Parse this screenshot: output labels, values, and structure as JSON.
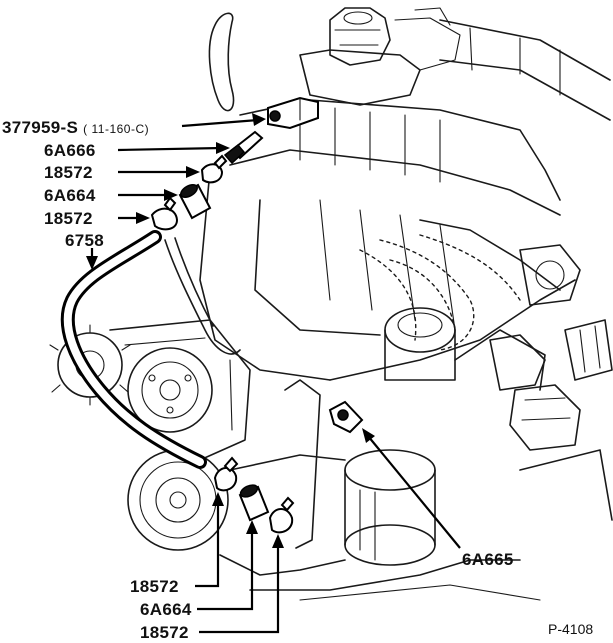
{
  "figure": {
    "id": "P-4108"
  },
  "callouts": {
    "c1": {
      "part": "377959-S",
      "ref": "( 11-160-C)"
    },
    "c2": {
      "part": "6A666"
    },
    "c3": {
      "part": "18572"
    },
    "c4": {
      "part": "6A664"
    },
    "c5": {
      "part": "18572"
    },
    "c6": {
      "part": "6758"
    },
    "c7": {
      "part": "6A665"
    },
    "c8": {
      "part": "18572"
    },
    "c9": {
      "part": "6A664"
    },
    "c10": {
      "part": "18572"
    }
  },
  "colors": {
    "ink": "#111111",
    "paper": "#ffffff"
  }
}
